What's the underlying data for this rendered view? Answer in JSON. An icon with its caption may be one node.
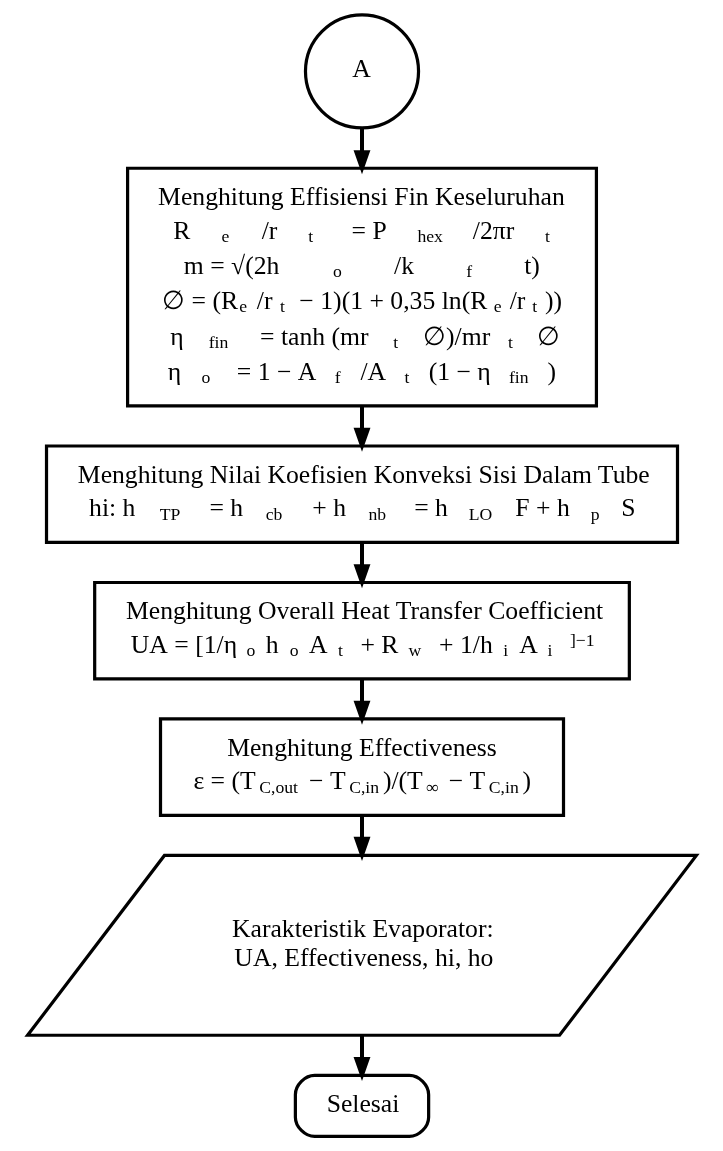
{
  "diagram": {
    "nodes": [
      {
        "text": [
          "A"
        ]
      },
      {
        "text": [
          "Menghitung Effisiensi Fin Keseluruhan",
          "R$_{e}$/r$_{t}$ = P$_{hex}$/2πr$_{t}$",
          "m = √(2h$_{o}$/k$_{f}$t)",
          "∅ = (R$_{e}$/r$_{t}$ − 1)(1 + 0,35 ln(R$_{e}$/r$_{t}$))",
          "η$_{fin}$ = tanh (mr$_{t}$∅)/mr$_{t}$∅",
          "η$_{o}$ = 1 − A$_{f}$/A$_{t}$(1 − η$_{fin}$)"
        ]
      },
      {
        "text": [
          "Menghitung Nilai Koefisien Konveksi Sisi Dalam Tube",
          "hi: h$_{TP}$ = h$_{cb}$ + h$_{nb}$ = h$_{LO}$F + h$_{p}$S"
        ]
      },
      {
        "text": [
          "Menghitung Overall Heat Transfer Coefficient",
          "UA = [1/η$_{o}$h$_{o}$A$_{t}$ + R$_{w}$ + 1/h$_{i}$A$_{i}$]$^{−1}$"
        ]
      },
      {
        "text": [
          "Menghitung Effectiveness",
          "ε = (T$_{C,out}$ − T$_{C,in}$)/(T$_{∞}$ − T$_{C,in}$)"
        ]
      },
      {
        "text": [
          "Karakteristik Evaporator: UA, Effectiveness, hi, ho"
        ]
      },
      {
        "text": [
          "Selesai"
        ]
      }
    ],
    "edges": [
      {
        "from": 0,
        "to": 1,
        "arrow": "to"
      },
      {
        "from": 1,
        "to": 2,
        "arrow": "to"
      },
      {
        "from": 2,
        "to": 3,
        "arrow": "to"
      },
      {
        "from": 3,
        "to": 4,
        "arrow": "to"
      },
      {
        "from": 4,
        "to": 5,
        "arrow": "to"
      },
      {
        "from": 5,
        "to": 6,
        "arrow": "to"
      }
    ]
  }
}
